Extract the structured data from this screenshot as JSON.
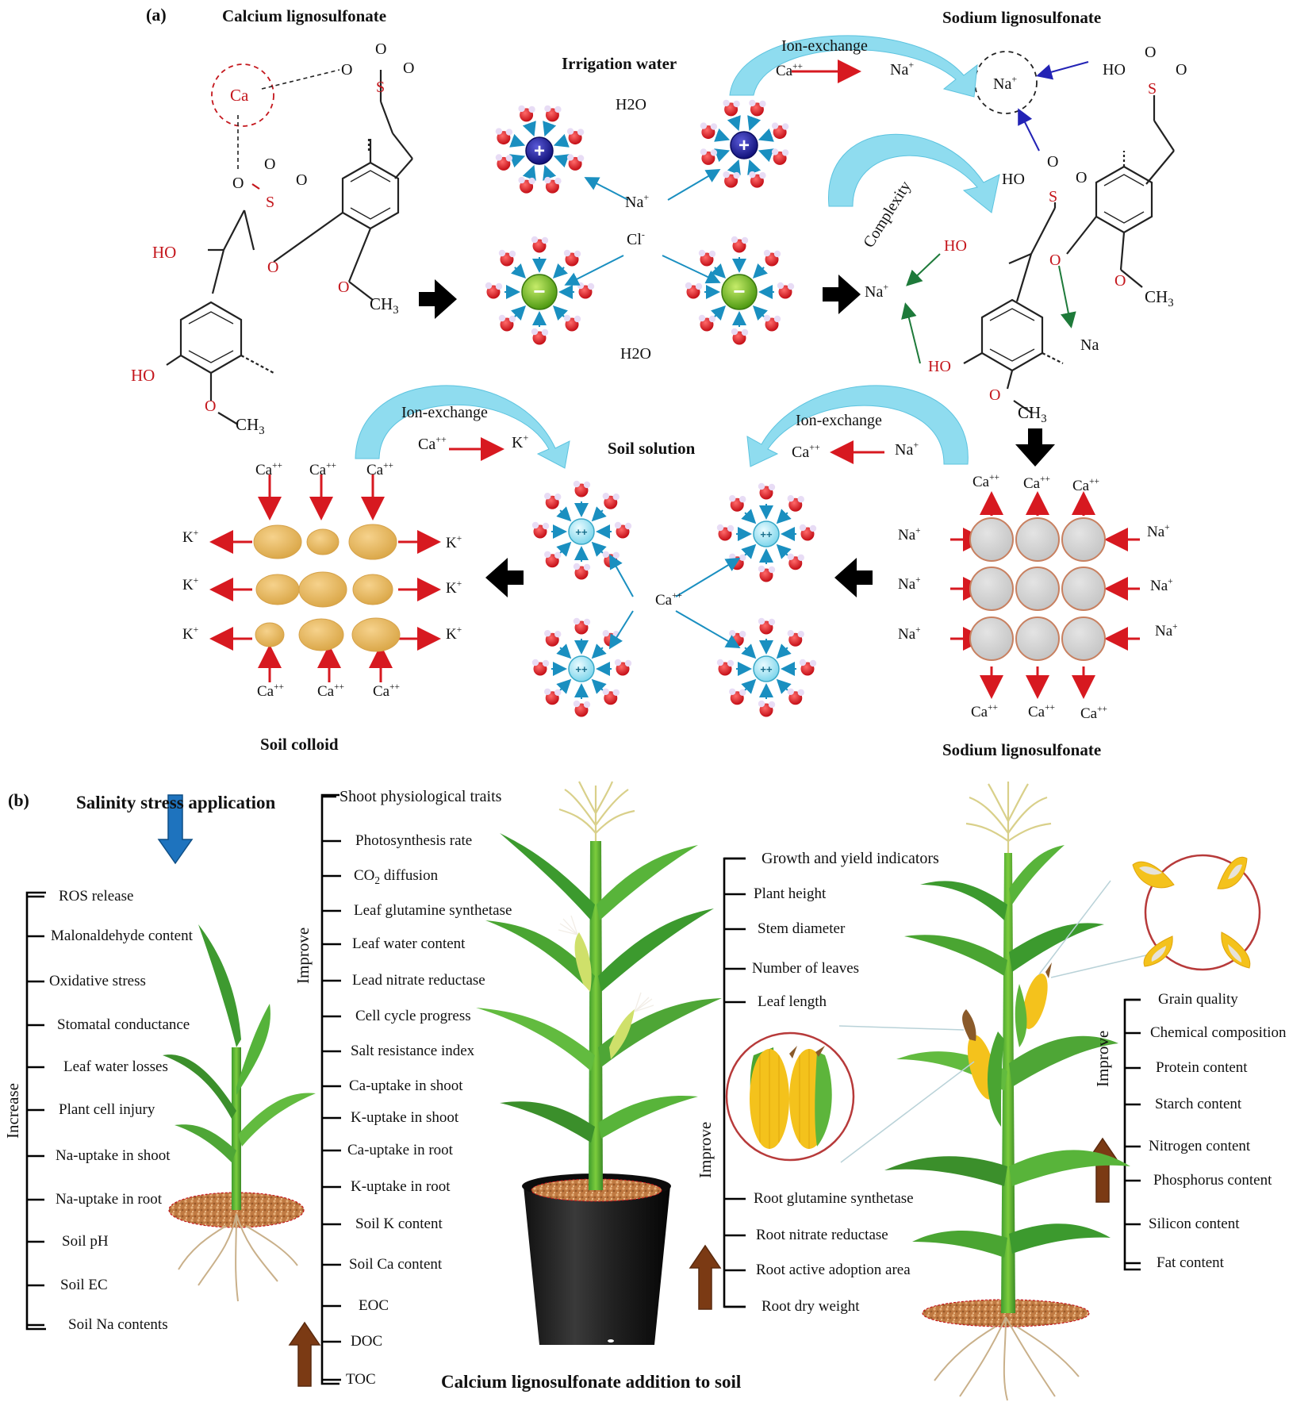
{
  "panel_a": {
    "label": "(a)",
    "calcium_title": "Calcium lignosulfonate",
    "sodium_title_top": "Sodium lignosulfonate",
    "irrigation_title": "Irrigation water",
    "soil_solution_title": "Soil solution",
    "soil_colloid_title": "Soil colloid",
    "sodium_title_bottom": "Sodium lignosulfonate",
    "ion_exchange": "Ion-exchange",
    "complexity": "Complexity",
    "water": "H2O",
    "ca": "Ca",
    "ho": "HO",
    "o": "O",
    "s": "S",
    "ch3": "CH3",
    "na_plus": "Na+",
    "na": "Na",
    "cl_minus": "Cl-",
    "ca_pp": "Ca++",
    "k_plus": "K+"
  },
  "panel_b": {
    "label": "(b)",
    "salinity_title": "Salinity stress application",
    "increase_label": "Increase",
    "increase_items": [
      "ROS release",
      "Malonaldehyde content",
      "Oxidative stress",
      "Stomatal conductance",
      "Leaf water losses",
      "Plant cell injury",
      "Na-uptake in shoot",
      "Na-uptake in root",
      "Soil pH",
      "Soil EC",
      "Soil Na contents"
    ],
    "improve_label": "Improve",
    "shoot_title": "Shoot physiological traits",
    "shoot_items": [
      "Photosynthesis rate",
      "CO2 diffusion",
      "Leaf glutamine synthetase",
      "Leaf water content",
      "Lead nitrate reductase",
      "Cell cycle progress",
      "Salt resistance index",
      "Ca-uptake in shoot",
      "K-uptake in shoot",
      "Ca-uptake in root",
      "K-uptake in root",
      "Soil K content",
      "Soil Ca content",
      "EOC",
      "DOC",
      "TOC"
    ],
    "pot_caption": "Calcium lignosulfonate addition to soil",
    "growth_title": "Growth and yield indicators",
    "growth_items": [
      "Plant height",
      "Stem diameter",
      "Number of leaves",
      "Leaf length"
    ],
    "root_items": [
      "Root glutamine synthetase",
      "Root nitrate reductase",
      "Root active adoption area",
      "Root dry weight"
    ],
    "grain_items": [
      "Grain quality",
      "Chemical composition",
      "Protein content",
      "Starch content",
      "Nitrogen content",
      "Phosphorus content",
      "Silicon content",
      "Fat content"
    ]
  },
  "colors": {
    "red": "#c4161c",
    "navy": "#1f1f8f",
    "cyan_arrow": "#6fd3ea",
    "blue_arrow": "#1e73be",
    "brown_arrow": "#7b3a14",
    "green": "#2e7d32"
  }
}
